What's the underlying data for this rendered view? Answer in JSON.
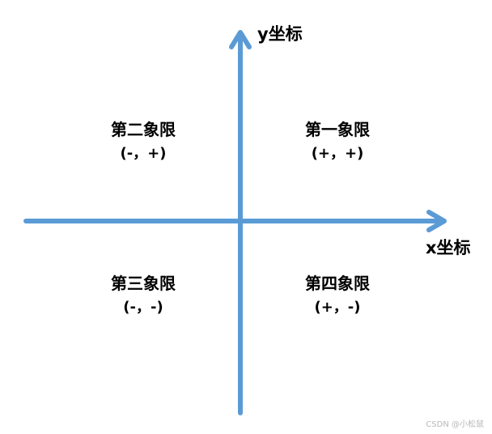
{
  "axes": {
    "x_label": "x坐标",
    "y_label": "y坐标",
    "color": "#5b9bd5"
  },
  "quadrants": [
    {
      "name": "第一象限",
      "sign": "(+，+)"
    },
    {
      "name": "第二象限",
      "sign": "(-，+)"
    },
    {
      "name": "第三象限",
      "sign": "(-，-)"
    },
    {
      "name": "第四象限",
      "sign": "(+，-)"
    }
  ],
  "watermark": "CSDN @小松鼠"
}
